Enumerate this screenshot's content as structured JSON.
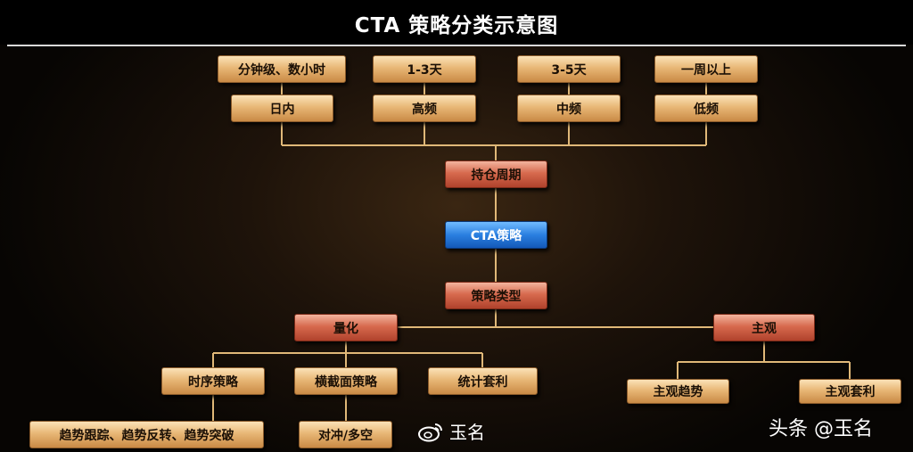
{
  "title": "CTA 策略分类示意图",
  "nodes": {
    "p1_period": "分钟级、数小时",
    "p2_period": "1-3天",
    "p3_period": "3-5天",
    "p4_period": "一周以上",
    "p1_freq": "日内",
    "p2_freq": "高频",
    "p3_freq": "中频",
    "p4_freq": "低频",
    "holding_period": "持仓周期",
    "cta": "CTA策略",
    "strategy_type": "策略类型",
    "quant": "量化",
    "subjective": "主观",
    "timeseries": "时序策略",
    "crosssection": "横截面策略",
    "statarb": "统计套利",
    "trend_detail": "趋势跟踪、趋势反转、趋势突破",
    "hedge": "对冲/多空",
    "subj_trend": "主观趋势",
    "subj_arb": "主观套利"
  },
  "colors": {
    "tan": "#e8b776",
    "red": "#d76a4e",
    "blue": "#2a7fe0",
    "line": "#e0b878"
  },
  "watermarks": {
    "weibo_icon": "weibo-icon",
    "weibo": "玉名",
    "toutiao": "头条 @玉名"
  }
}
